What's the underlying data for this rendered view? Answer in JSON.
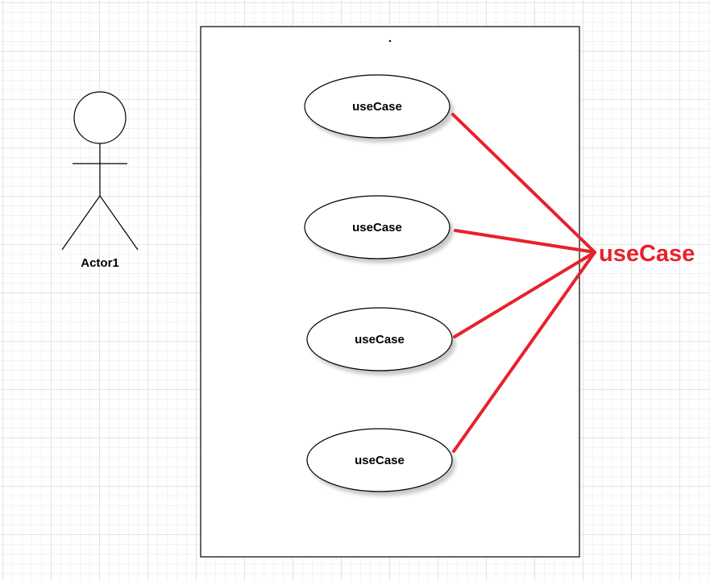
{
  "diagram": {
    "system_label": ".",
    "actor": {
      "label": "Actor1"
    },
    "use_cases": [
      {
        "label": "useCase"
      },
      {
        "label": "useCase"
      },
      {
        "label": "useCase"
      },
      {
        "label": "useCase"
      }
    ],
    "callout": {
      "label": "useCase",
      "color": "#e8212b"
    }
  }
}
